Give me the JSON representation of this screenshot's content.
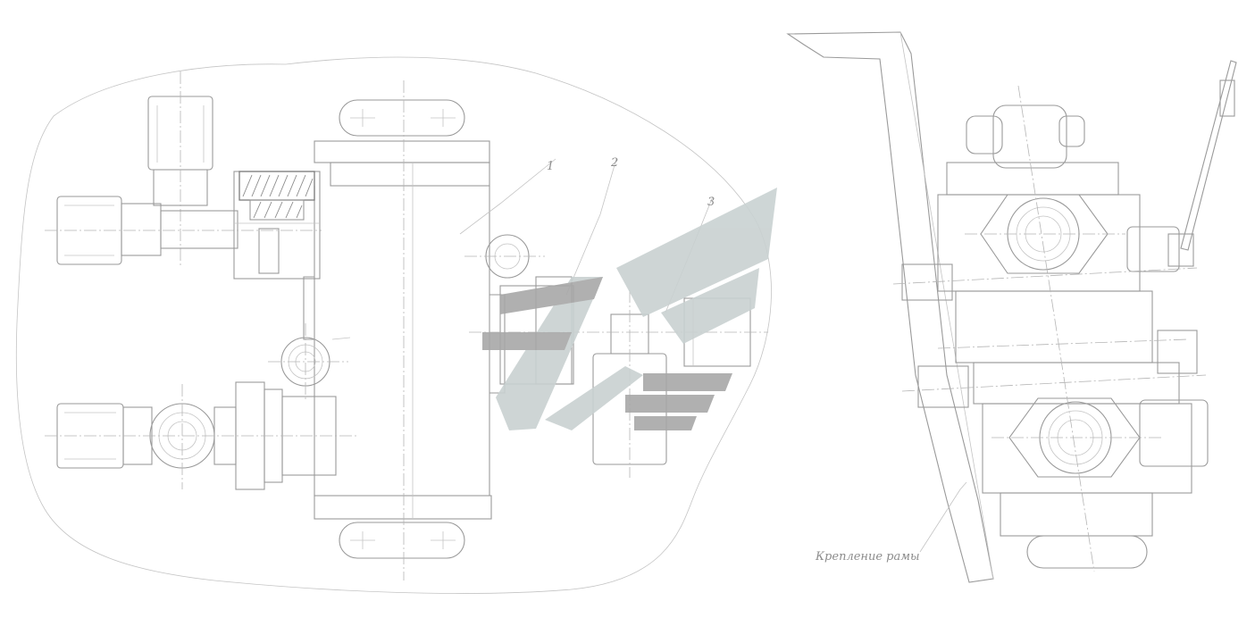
{
  "drawing": {
    "side_view_label": "Крепление рамы",
    "leader_marks": [
      "1",
      "2",
      "3"
    ]
  },
  "watermark": {
    "description": "grey chevron logo",
    "colors": {
      "light": "#c9d1d1",
      "dark": "#9e9e9e"
    }
  },
  "colors": {
    "line": "#9a9a9a",
    "background": "#ffffff"
  }
}
